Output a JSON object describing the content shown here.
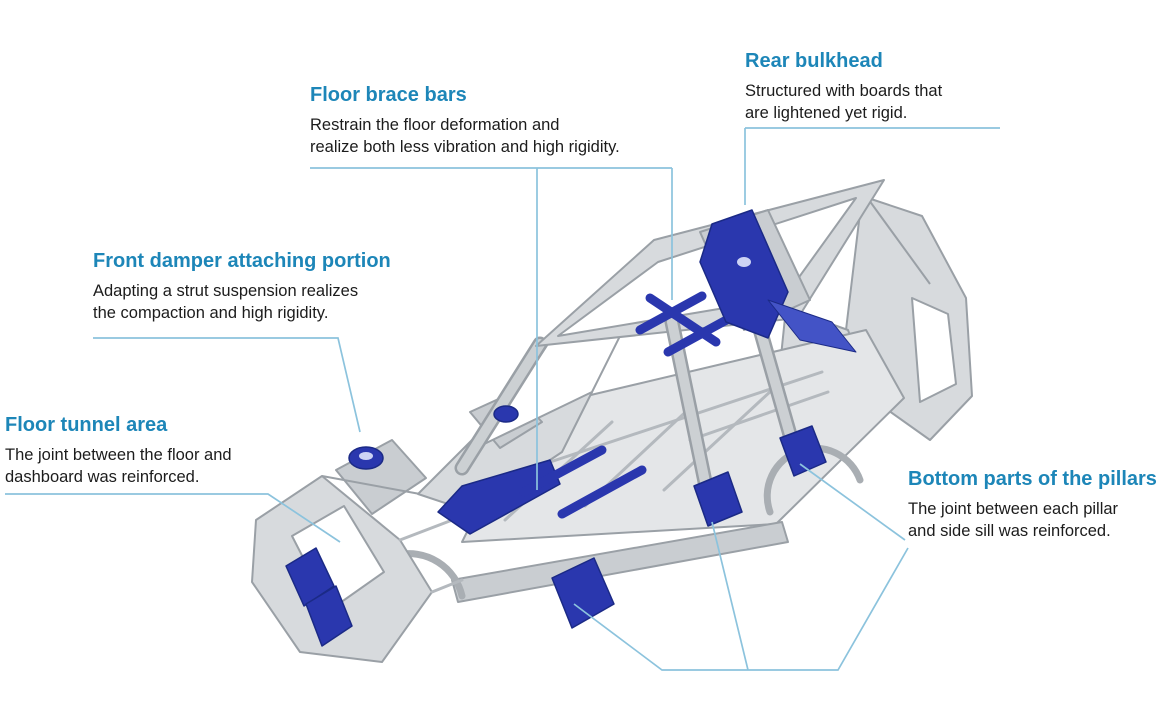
{
  "colors": {
    "heading": "#1d86b8",
    "leader_line": "#8cc3dd",
    "highlight_part": "#2a37ae",
    "background": "#ffffff"
  },
  "annotations": [
    {
      "id": "floor-brace-bars",
      "heading": "Floor brace bars",
      "desc": [
        "Restrain the floor deformation and",
        "realize both less vibration and high rigidity."
      ]
    },
    {
      "id": "rear-bulkhead",
      "heading": "Rear bulkhead",
      "desc": [
        "Structured with boards that",
        "are lightened yet rigid."
      ]
    },
    {
      "id": "front-damper-attaching-portion",
      "heading": "Front damper attaching portion",
      "desc": [
        "Adapting a strut suspension realizes",
        "the compaction and high rigidity."
      ]
    },
    {
      "id": "floor-tunnel-area",
      "heading": "Floor tunnel area",
      "desc": [
        "The joint between the floor and",
        "dashboard was reinforced."
      ]
    },
    {
      "id": "bottom-parts-of-the-pillars",
      "heading": "Bottom parts of the pillars",
      "desc": [
        "The joint between each pillar",
        "and side sill was reinforced."
      ]
    }
  ]
}
